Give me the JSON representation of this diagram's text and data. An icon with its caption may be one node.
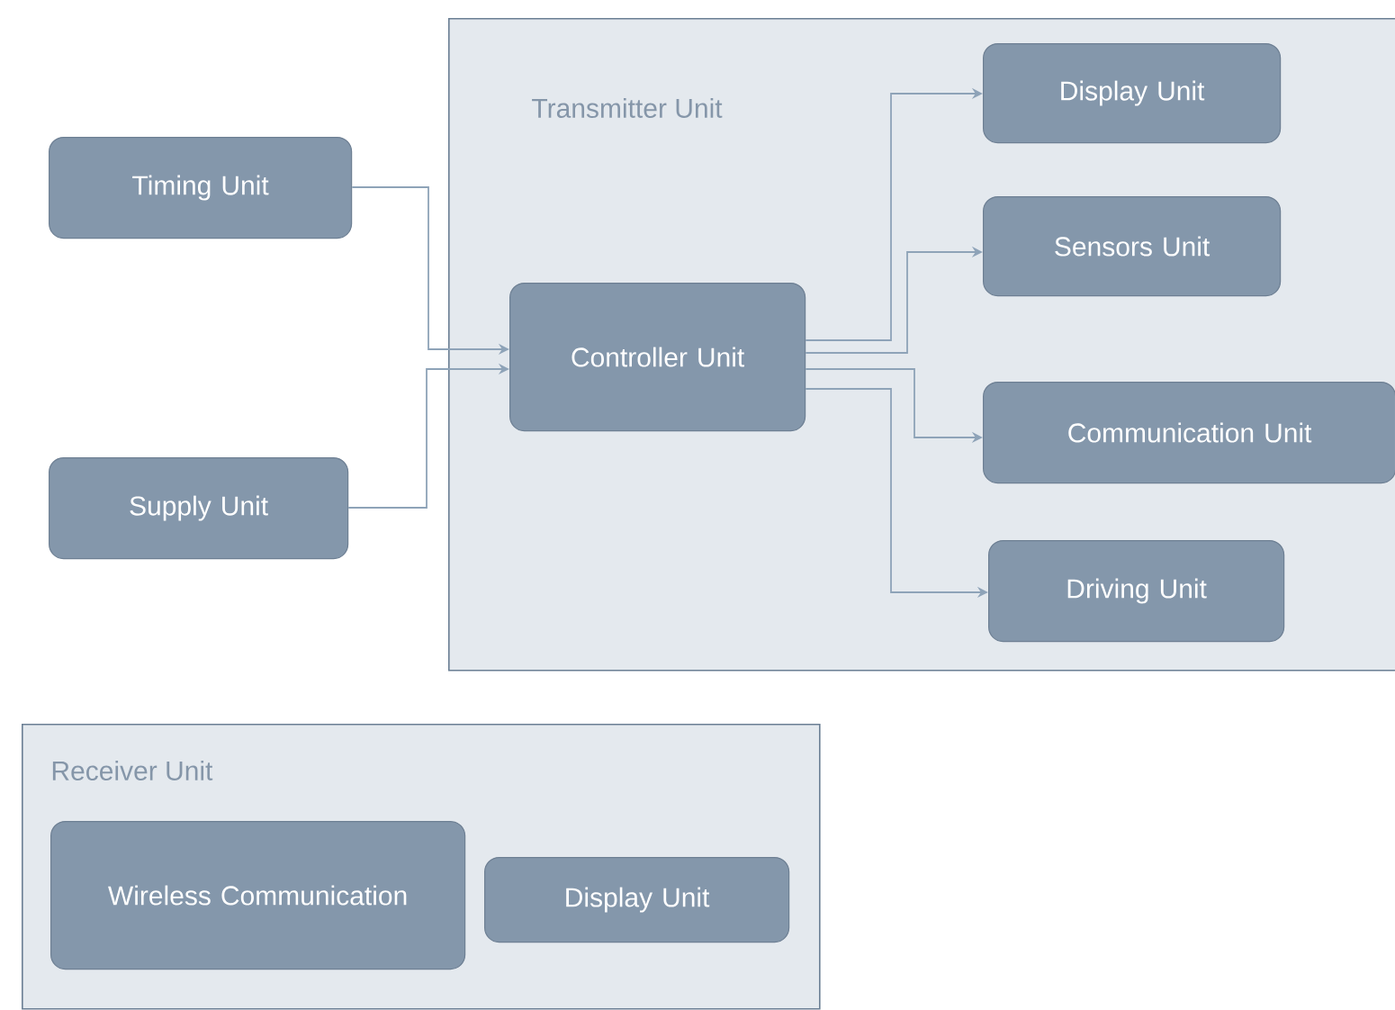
{
  "diagram": {
    "nodes": [
      {
        "text": [
          "Timing Unit"
        ]
      },
      {
        "text": [
          "Supply Unit"
        ]
      },
      {
        "text": [
          "Transmitter Unit"
        ]
      },
      {
        "text": [
          "Controller Unit"
        ],
        "in": 2
      },
      {
        "text": [
          "Display Unit"
        ],
        "in": 2
      },
      {
        "text": [
          "Sensors Unit"
        ],
        "in": 2
      },
      {
        "text": [
          "Communication Unit"
        ],
        "in": 2
      },
      {
        "text": [
          "Driving Unit"
        ],
        "in": 2
      },
      {
        "text": [
          "Receiver Unit"
        ]
      },
      {
        "text": [
          "Wireless Communication"
        ],
        "in": 8
      },
      {
        "text": [
          "Display Unit"
        ],
        "in": 8
      }
    ],
    "edges": [
      {
        "from": 0,
        "to": 3,
        "arrow": "to"
      },
      {
        "from": 1,
        "to": 3,
        "arrow": "to"
      },
      {
        "from": 3,
        "to": 4,
        "arrow": "to"
      },
      {
        "from": 3,
        "to": 5,
        "arrow": "to"
      },
      {
        "from": 3,
        "to": 6,
        "arrow": "to"
      },
      {
        "from": 3,
        "to": 7,
        "arrow": "to"
      }
    ]
  }
}
